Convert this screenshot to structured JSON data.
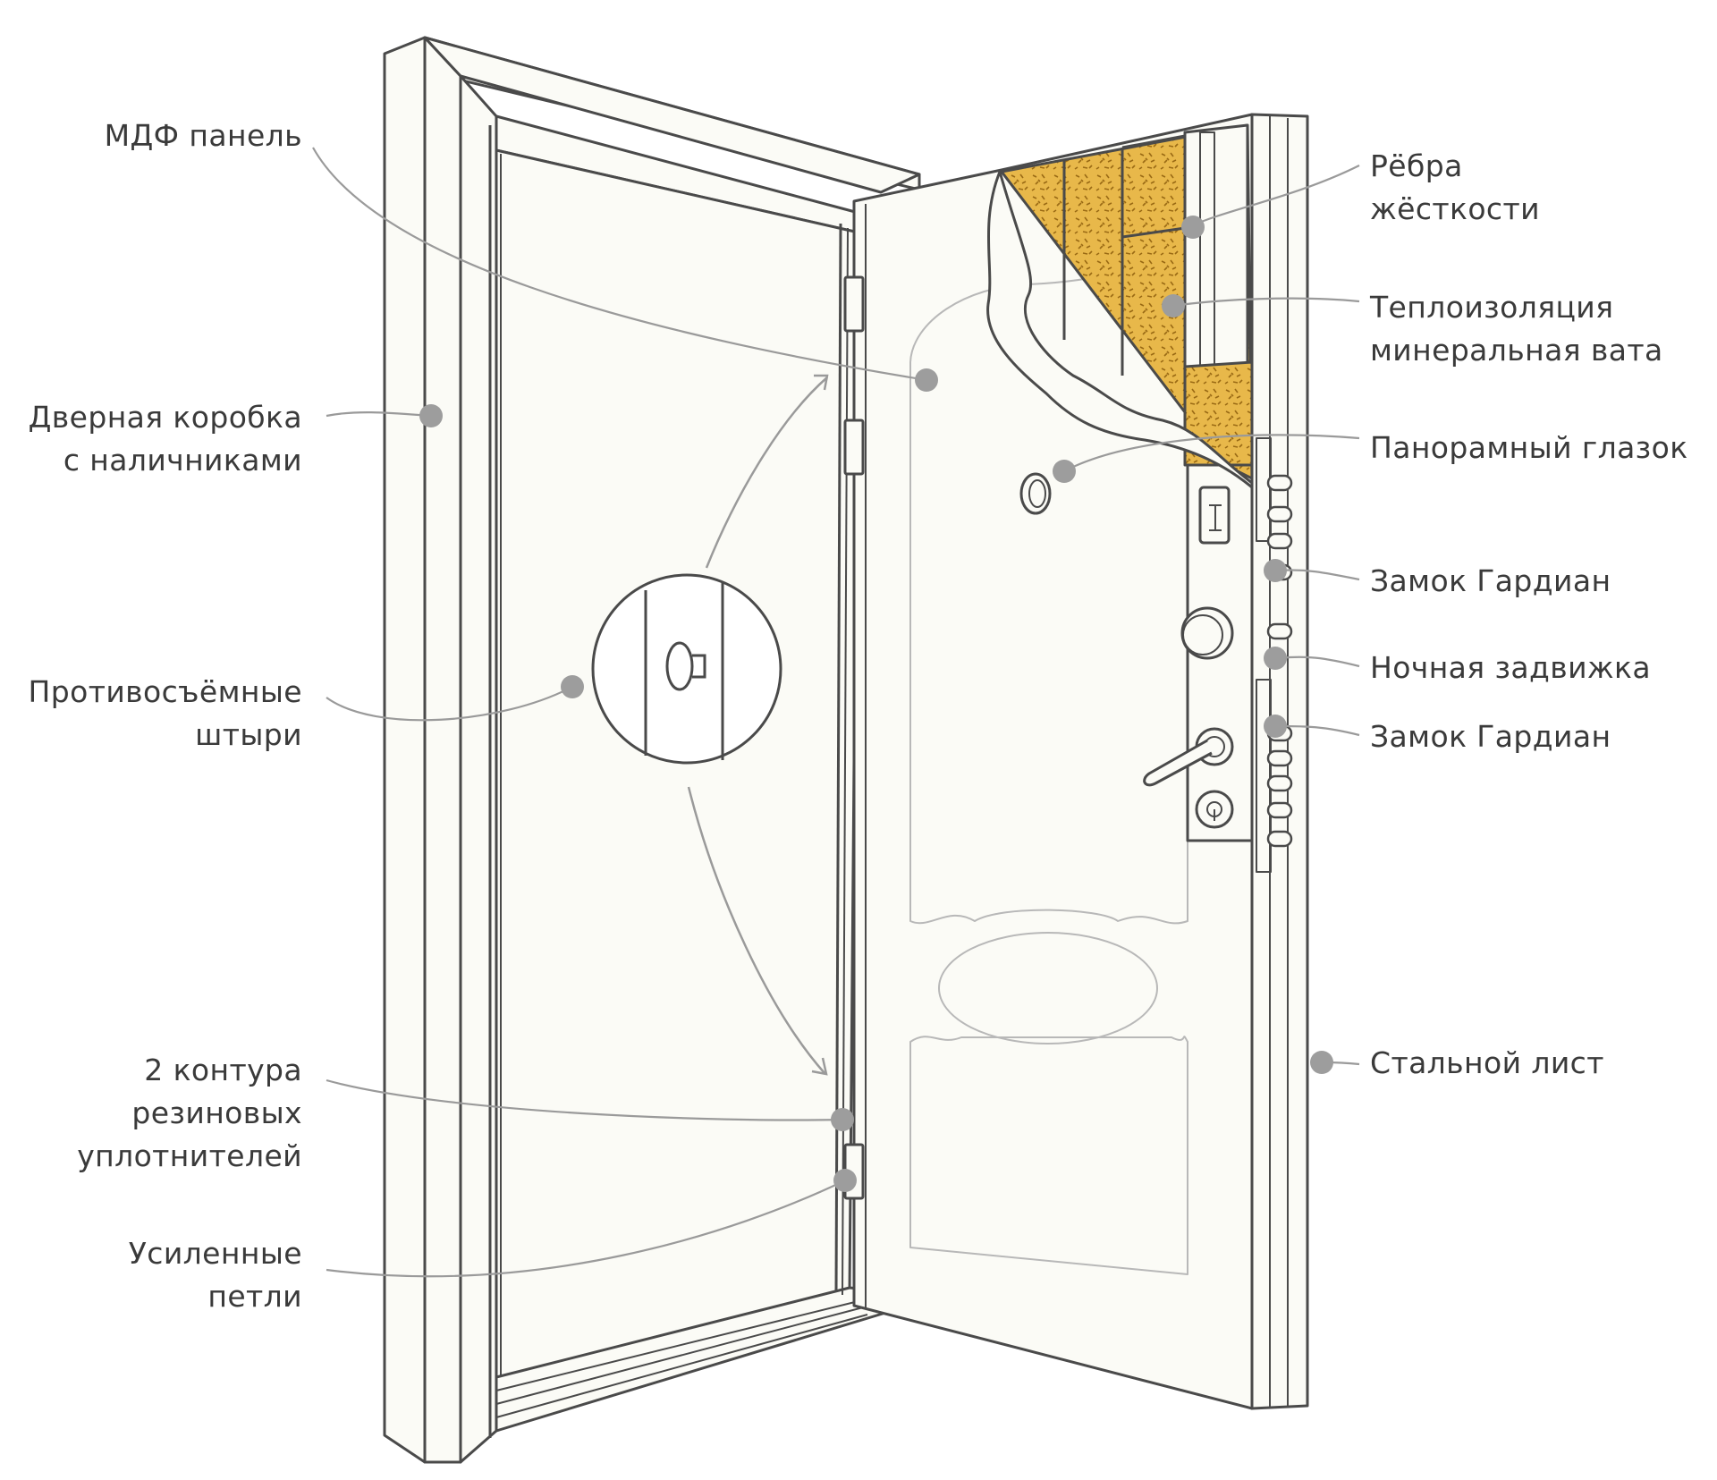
{
  "labels": {
    "mdf_panel": "МДФ панель",
    "door_frame": [
      "Дверная коробка",
      "с наличниками"
    ],
    "anti_removal_pins": [
      "Противосъёмные",
      "штыри"
    ],
    "rubber_seals": [
      "2 контура",
      "резиновых",
      "уплотнителей"
    ],
    "hinges": [
      "Усиленные",
      "петли"
    ],
    "stiffening_ribs": [
      "Рёбра",
      "жёсткости"
    ],
    "insulation": [
      "Теплоизоляция",
      "минеральная вата"
    ],
    "peephole": "Панорамный глазок",
    "lock_top": "Замок Гардиан",
    "night_latch": "Ночная задвижка",
    "lock_bottom": "Замок Гардиан",
    "steel_sheet": "Стальной лист"
  },
  "colors": {
    "outline": "#4a4a4a",
    "leader": "#9a9a9a",
    "dot": "#9d9d9d",
    "insulation_fill": "#e8b84a",
    "insulation_speckle": "#9a6a14",
    "frame_fill": "#fbfbf6",
    "text": "#3a3a3a"
  }
}
